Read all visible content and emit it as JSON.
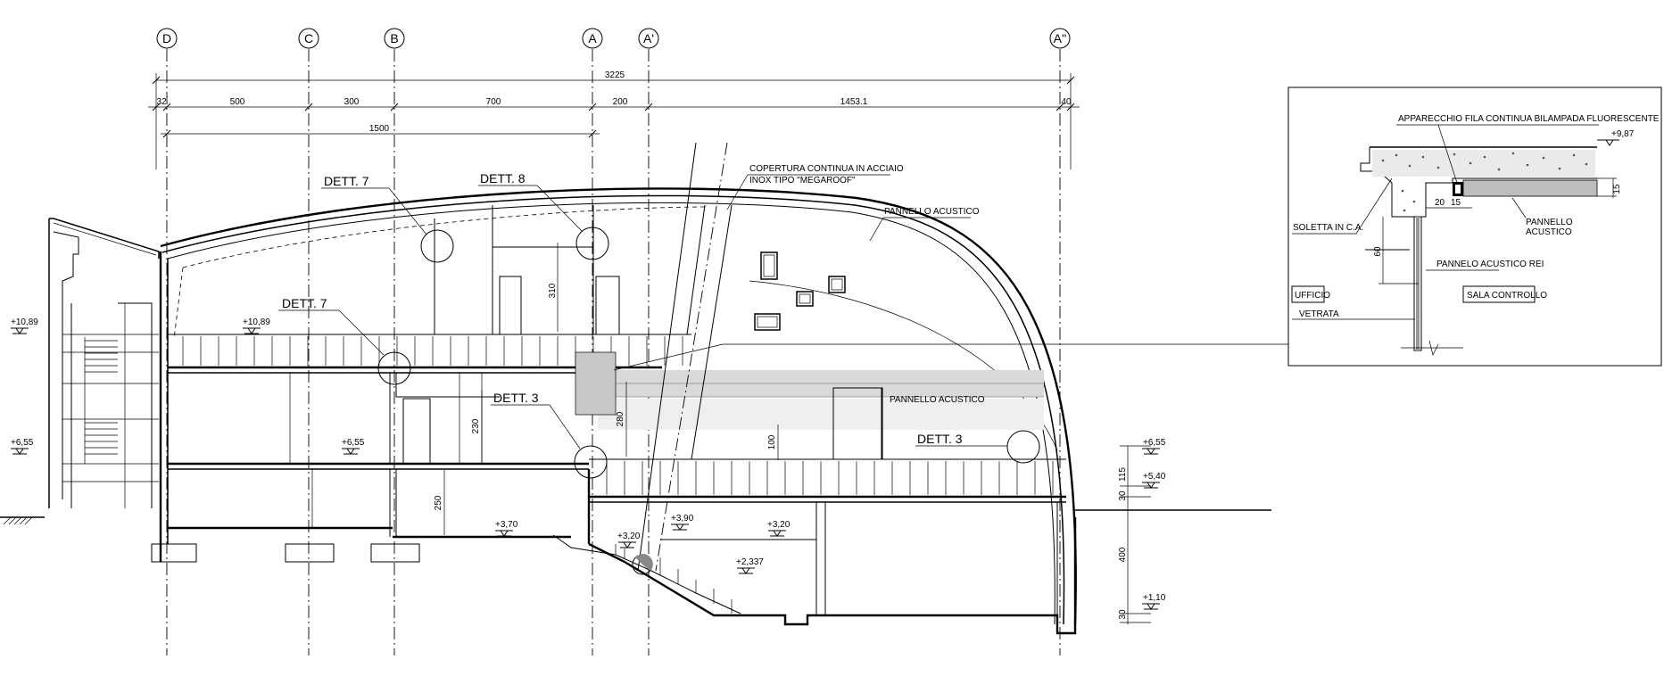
{
  "axes": [
    {
      "id": "d",
      "label": "D"
    },
    {
      "id": "c",
      "label": "C"
    },
    {
      "id": "b",
      "label": "B"
    },
    {
      "id": "a",
      "label": "A"
    },
    {
      "id": "a1",
      "label": "A'"
    },
    {
      "id": "a2",
      "label": "A''"
    }
  ],
  "dimensions": {
    "total": "3225",
    "d32": "32",
    "d500": "500",
    "d300": "300",
    "d700": "700",
    "d200": "200",
    "d1453": "1453.1",
    "d40": "40",
    "d1500": "1500",
    "v310": "310",
    "v230": "230",
    "v280": "280",
    "v250": "250",
    "v100": "100",
    "v115": "115",
    "v30a": "30",
    "v400": "400",
    "v30b": "30"
  },
  "levels": {
    "l1089a": "+10,89",
    "l1089b": "+10,89",
    "l655a": "+6,55",
    "l655b": "+6,55",
    "l655c": "+6,55",
    "l540": "+5,40",
    "l370": "+3,70",
    "l320a": "+3,20",
    "l390": "+3,90",
    "l320b": "+3,20",
    "l2337": "+2,337",
    "l110": "+1,10"
  },
  "callouts": {
    "dett7_top": "DETT. 7",
    "dett8": "DETT. 8",
    "dett7_mid": "DETT. 7",
    "dett3_left": "DETT. 3",
    "dett3_right": "DETT. 3"
  },
  "notes": {
    "roof_line1": "COPERTURA CONTINUA IN ACCIAIO",
    "roof_line2": "INOX TIPO \"MEGAROOF\"",
    "panel_upper": "PANNELLO ACUSTICO",
    "panel_lower": "PANNELLO ACUSTICO"
  },
  "detail": {
    "lamp": "APPARECCHIO FILA CONTINUA BILAMPADA FLUORESCENTE",
    "level": "+9,87",
    "slab": "SOLETTA IN C.A.",
    "panel_line1": "PANNELLO",
    "panel_line2": "ACUSTICO",
    "panel_rei": "PANNELO ACUSTICO REI",
    "office": "UFFICIO",
    "control": "SALA CONTROLLO",
    "glass": "VETRATA",
    "dim20": "20",
    "dim15a": "15",
    "dim15b": "15",
    "dim60": "60"
  }
}
